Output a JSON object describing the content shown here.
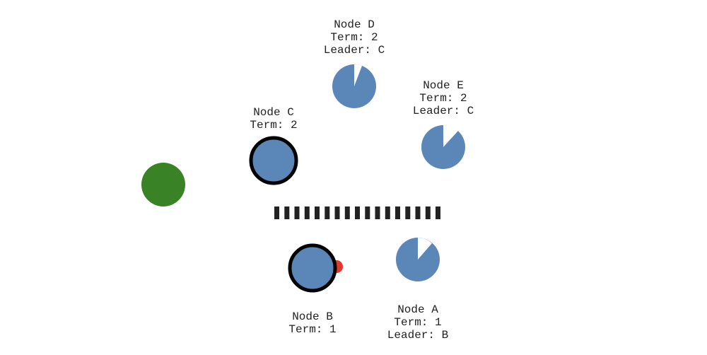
{
  "colors": {
    "background": "#ffffff",
    "node_fill": "#5b87b8",
    "leader_ring": "#000000",
    "client": "#3a8226",
    "message": "#e0392b",
    "partition": "#222222",
    "text": "#222222"
  },
  "nodes": [
    {
      "id": "D",
      "name": "Node D",
      "term": "Term: 2",
      "leader": "Leader: C",
      "role": "follower"
    },
    {
      "id": "E",
      "name": "Node E",
      "term": "Term: 2",
      "leader": "Leader: C",
      "role": "follower"
    },
    {
      "id": "C",
      "name": "Node C",
      "term": "Term: 2",
      "leader": "",
      "role": "leader"
    },
    {
      "id": "B",
      "name": "Node B",
      "term": "Term: 1",
      "leader": "",
      "role": "leader"
    },
    {
      "id": "A",
      "name": "Node A",
      "term": "Term: 1",
      "leader": "Leader: B",
      "role": "follower"
    }
  ],
  "partition": {
    "segments": 17
  }
}
